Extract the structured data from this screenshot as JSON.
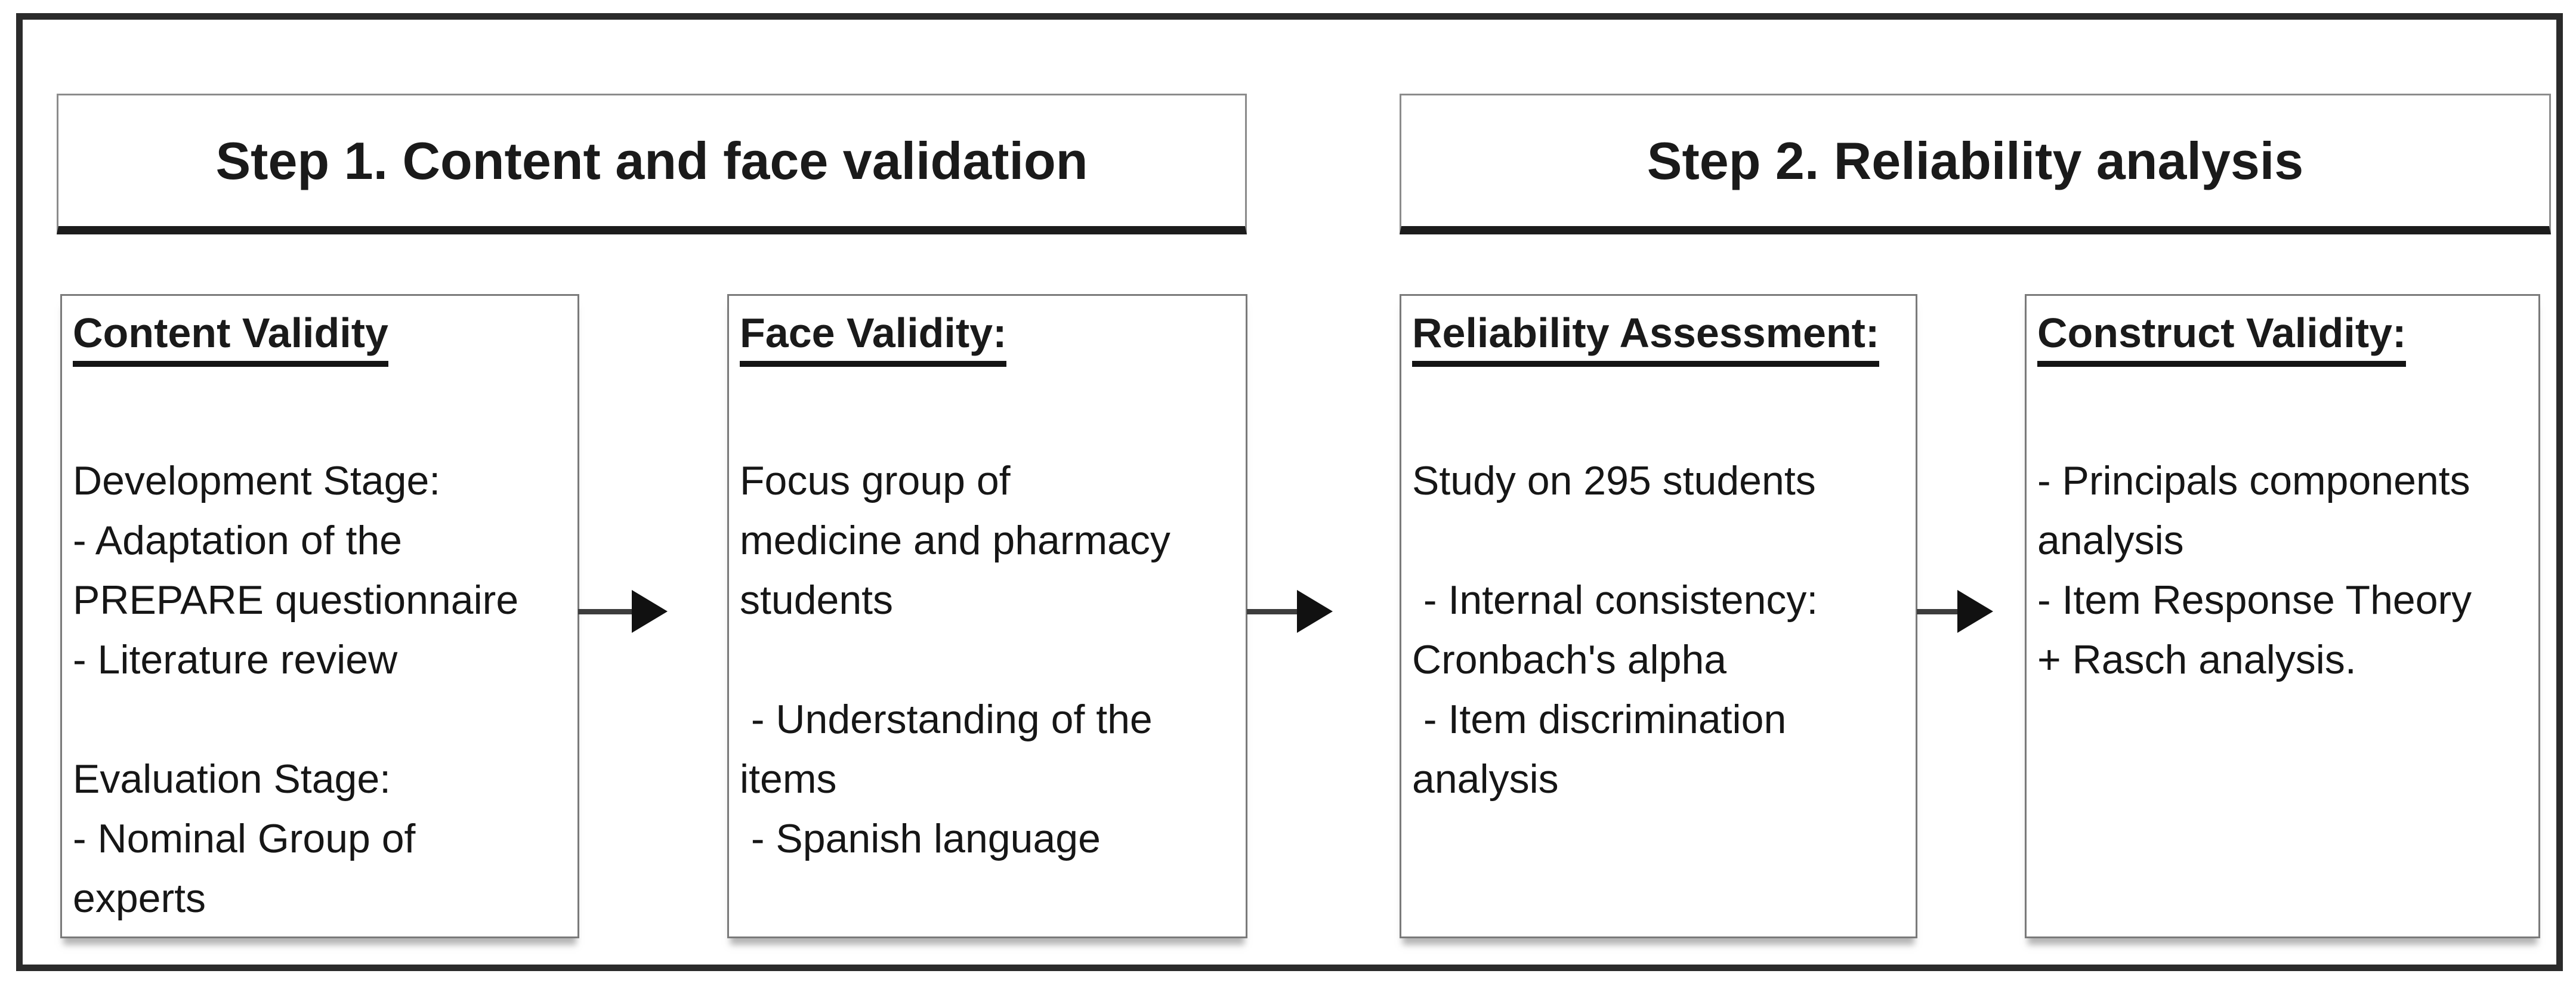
{
  "diagram": {
    "steps": [
      {
        "title": "Step 1. Content and face validation"
      },
      {
        "title": "Step 2. Reliability analysis"
      }
    ],
    "boxes": [
      {
        "heading": "Content Validity",
        "body": "Development Stage:\n- Adaptation of the\nPREPARE questionnaire\n- Literature review\n\nEvaluation Stage:\n- Nominal Group of\nexperts"
      },
      {
        "heading": "Face Validity:",
        "body": "Focus group of\nmedicine and pharmacy\nstudents\n\n - Understanding of the\nitems\n - Spanish language"
      },
      {
        "heading": "Reliability Assessment:",
        "body": "Study on 295 students\n\n - Internal consistency:\nCronbach's alpha\n - Item discrimination\nanalysis"
      },
      {
        "heading": "Construct Validity:",
        "body": "- Principals components\nanalysis\n- Item Response Theory\n+ Rasch analysis."
      }
    ],
    "colors": {
      "background": "#ffffff",
      "text": "#1a1a1a",
      "frame": "#2b2b2b",
      "box_border": "#7a7a7a",
      "header_underline": "#1c1c1c",
      "arrow": "#3d3d3d"
    }
  }
}
